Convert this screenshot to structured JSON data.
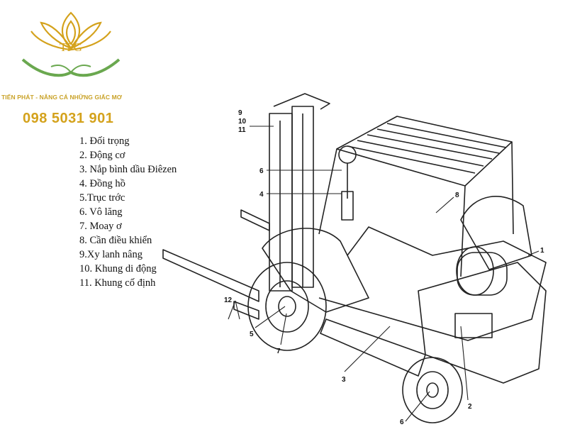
{
  "brand": {
    "logo_text": "TPG",
    "tagline": "TIẾN PHÁT - NÂNG CÁ NHỮNG GIẤC MƠ",
    "phone": "098 5031 901",
    "colors": {
      "gold": "#d4a21c",
      "green": "#6aa84f"
    }
  },
  "legend": [
    "1. Đối trọng",
    "2. Động cơ",
    "3. Nắp bình dầu Điêzen",
    "4. Đồng hồ",
    "5.Trục trớc",
    "6. Vô lăng",
    "7. Moay ơ",
    "8. Cần điều khiển",
    "9.Xy lanh nâng",
    "10. Khung di động",
    "11. Khung cố định"
  ],
  "callouts": {
    "c9": "9",
    "c10": "10",
    "c11": "11",
    "c6": "6",
    "c4": "4",
    "c8": "8",
    "c1": "1",
    "c12": "12",
    "c5": "5",
    "c7": "7",
    "c3": "3",
    "c2": "2",
    "c6b": "6"
  }
}
